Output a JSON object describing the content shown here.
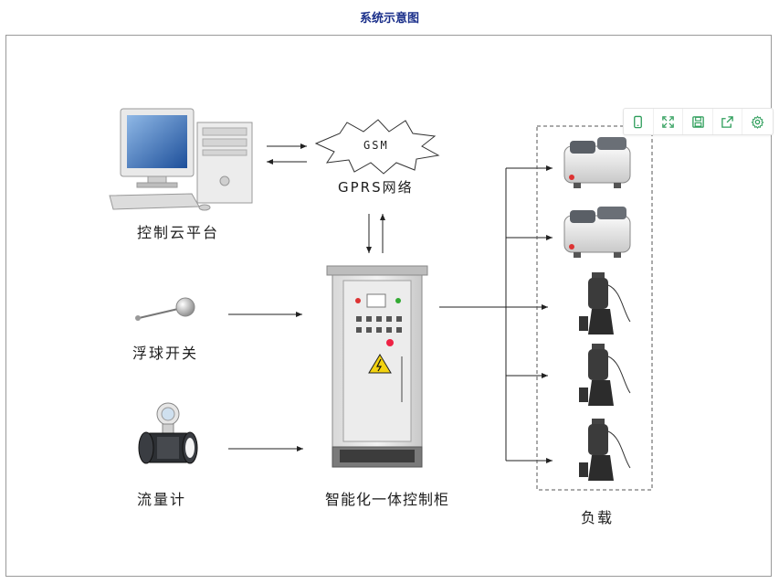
{
  "page": {
    "title": "系统示意图"
  },
  "nodes": {
    "cloud_platform": "控制云平台",
    "gsm": "GSM",
    "gprs_network": "GPRS网络",
    "float_switch": "浮球开关",
    "flow_meter": "流量计",
    "control_cabinet": "智能化一体控制柜",
    "load": "负载"
  },
  "toolbar": {
    "items": [
      "mobile-icon",
      "fullscreen-icon",
      "save-icon",
      "share-icon",
      "settings-icon"
    ]
  },
  "colors": {
    "title": "#1a2f8a",
    "toolbar_icon": "#2e9e5b",
    "frame": "#9a9a9a"
  }
}
